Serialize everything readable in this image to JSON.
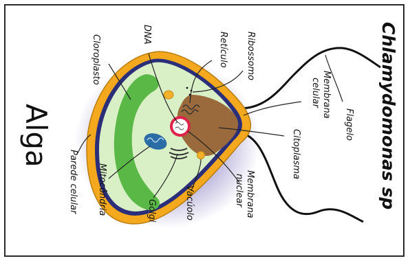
{
  "title": "Chlamydomonas sp",
  "side_label": "Alga",
  "labels": {
    "cloroplasto": "Cloroplasto",
    "dna": "DNA",
    "reticulo": "Retículo",
    "ribossomo": "Ribossomo",
    "membrana_celular": [
      "Membrana",
      "celular"
    ],
    "flagelo": "Flagelo",
    "citoplasma": "Citoplasma",
    "membrana_nuclear": [
      "Membrana",
      "nuclear"
    ],
    "vacuolo": "Vacúolo",
    "golgi": "Golgi",
    "mitocondria": "Mitocôndria",
    "parede_celular": "Parede celular"
  },
  "colors": {
    "cell_wall": "#f3a81d",
    "membrane": "#2b2f7a",
    "cytoplasm": "#d9efc6",
    "chloroplast": "#5ab946",
    "nucleus_region": "#9a6a3c",
    "nucleus_ring": "#e0234a",
    "mitochondria": "#2a6ca6",
    "vacuole": "#f3b02a",
    "shadow": "#8b7fc2"
  }
}
